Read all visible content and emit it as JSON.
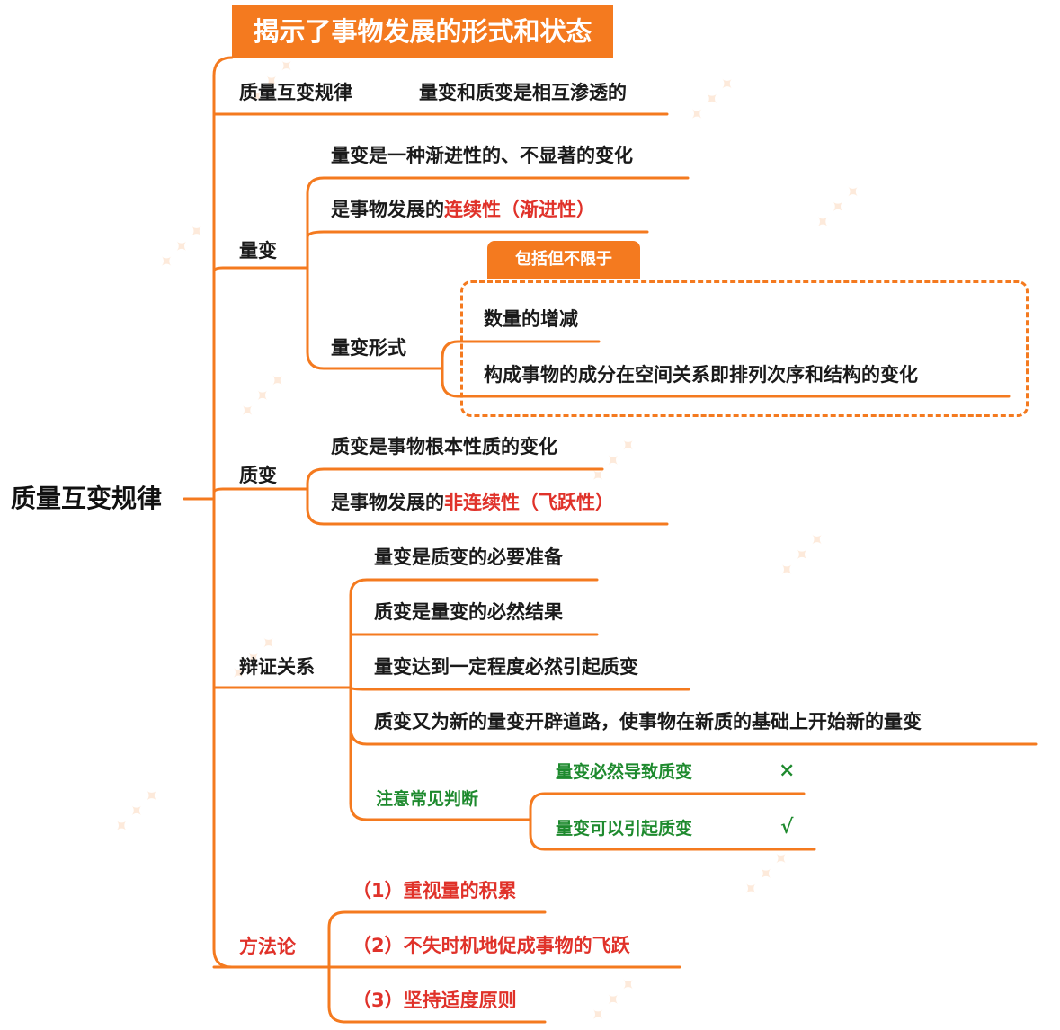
{
  "title": "揭示了事物发展的形式和状态",
  "root": "质量互变规律",
  "law": {
    "label": "质量互变规律",
    "desc": "量变和质变是相互渗透的"
  },
  "quantitative": {
    "label": "量变",
    "items": [
      "量变是一种渐进性的、不显著的变化"
    ],
    "continuity": {
      "prefix": "是事物发展的",
      "highlight": "连续性（渐进性）"
    },
    "forms": {
      "label": "量变形式",
      "tag": "包括但不限于",
      "items": [
        "数量的增减",
        "构成事物的成分在空间关系即排列次序和结构的变化"
      ]
    }
  },
  "qualitative": {
    "label": "质变",
    "item": "质变是事物根本性质的变化",
    "discontinuity": {
      "prefix": "是事物发展的",
      "highlight": "非连续性（飞跃性）"
    }
  },
  "dialectic": {
    "label": "辩证关系",
    "items": [
      "量变是质变的必要准备",
      "质变是量变的必然结果",
      "量变达到一定程度必然引起质变",
      "质变又为新的量变开辟道路，使事物在新质的基础上开始新的量变"
    ],
    "judgement": {
      "label": "注意常见判断",
      "items": [
        {
          "text": "量变必然导致质变",
          "mark": "×"
        },
        {
          "text": "量变可以引起质变",
          "mark": "√"
        }
      ]
    }
  },
  "methodology": {
    "label": "方法论",
    "items": [
      "（1）重视量的积累",
      "（2）不失时机地促成事物的飞跃",
      "（3）坚持适度原则"
    ]
  },
  "colors": {
    "branch": "#f47a1f",
    "highlight": "#e0322a",
    "judgement": "#1e8a2e"
  }
}
